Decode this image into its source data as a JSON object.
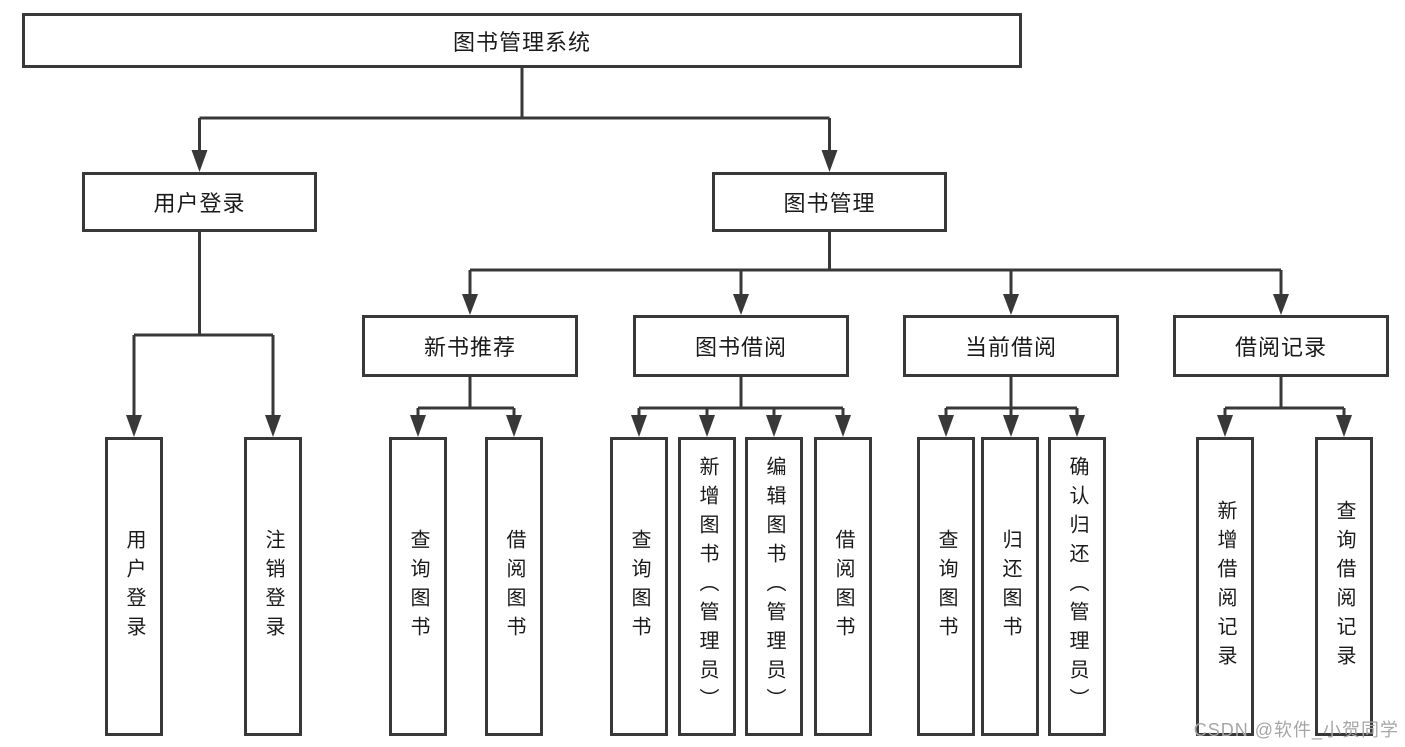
{
  "diagram": {
    "tree": {
      "root": {
        "label": "图书管理系统",
        "children": [
          {
            "label": "用户登录",
            "children": [
              {
                "label": "用户登录"
              },
              {
                "label": "注销登录"
              }
            ]
          },
          {
            "label": "图书管理",
            "children": [
              {
                "label": "新书推荐",
                "children": [
                  {
                    "label": "查询图书"
                  },
                  {
                    "label": "借阅图书"
                  }
                ]
              },
              {
                "label": "图书借阅",
                "children": [
                  {
                    "label": "查询图书"
                  },
                  {
                    "label": "新增图书（管理员）"
                  },
                  {
                    "label": "编辑图书（管理员）"
                  },
                  {
                    "label": "借阅图书"
                  }
                ]
              },
              {
                "label": "当前借阅",
                "children": [
                  {
                    "label": "查询图书"
                  },
                  {
                    "label": "归还图书"
                  },
                  {
                    "label": "确认归还（管理员）"
                  }
                ]
              },
              {
                "label": "借阅记录",
                "children": [
                  {
                    "label": "新增借阅记录"
                  },
                  {
                    "label": "查询借阅记录"
                  }
                ]
              }
            ]
          }
        ]
      }
    }
  },
  "watermark": {
    "text": "CSDN @软件_小贺同学"
  },
  "colors": {
    "line": "#383838",
    "box_border": "#383838",
    "text": "#1a1a1a",
    "watermark": "#a6a6a6",
    "background": "#ffffff"
  }
}
